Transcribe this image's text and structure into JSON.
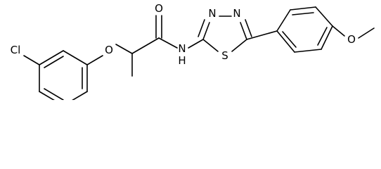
{
  "molecule": {
    "atom_labels": {
      "chlorine": "Cl",
      "ether_oxygen": "O",
      "carbonyl_oxygen": "O",
      "amide_nitrogen": "N",
      "amide_hydrogen": "H",
      "ring_nitrogen_left": "N",
      "ring_nitrogen_right": "N",
      "ring_sulfur": "S",
      "methoxy_oxygen": "O"
    },
    "colors": {
      "bond": "#000000",
      "label": "#000000",
      "background": "#ffffff"
    }
  }
}
